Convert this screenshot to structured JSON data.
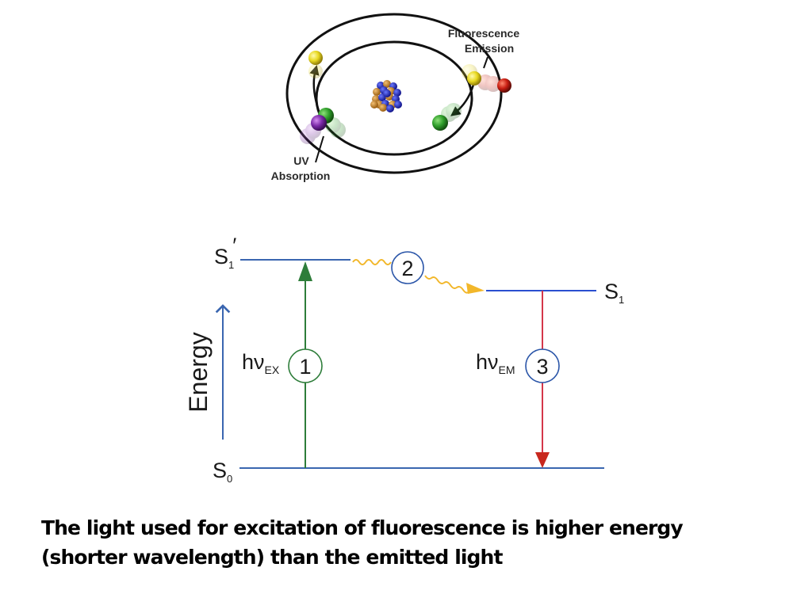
{
  "atom_diagram": {
    "labels": {
      "emission_line1": "Fluorescence",
      "emission_line2": "Emission",
      "absorption_line1": "UV",
      "absorption_line2": "Absorption"
    },
    "electrons": [
      {
        "name": "ground-electron",
        "color": "#2e9e2a"
      },
      {
        "name": "uv-photon",
        "color": "#7b2aa8"
      },
      {
        "name": "excited-electron",
        "color": "#e8d820"
      },
      {
        "name": "relaxed-electron",
        "color": "#e8d820"
      },
      {
        "name": "emitted-photon",
        "color": "#c81e12"
      },
      {
        "name": "returned-electron",
        "color": "#2e9e2a"
      }
    ],
    "nucleus_colors": [
      "#1a1fb5",
      "#c9801e"
    ]
  },
  "jablonski": {
    "levels": {
      "s1_prime": "S",
      "s1_prime_sub": "1",
      "s1_prime_mark": "′",
      "s1": "S",
      "s1_sub": "1",
      "s0": "S",
      "s0_sub": "0"
    },
    "energy_axis_label": "Energy",
    "steps": [
      {
        "number": "1",
        "label": "hν",
        "label_sub": "EX",
        "color": "#2e7d3a"
      },
      {
        "number": "2",
        "color": "#f2b72a"
      },
      {
        "number": "3",
        "label": "hν",
        "label_sub": "EM",
        "color": "#d4374a"
      }
    ],
    "colors": {
      "level_line": "#3a66b0",
      "axis_arrow": "#3a66b0",
      "excitation": "#2e7d3a",
      "relaxation": "#f2b72a",
      "emission": "#d4374a",
      "emission_head": "#c8281e",
      "circle_green": "#2e7d3a",
      "circle_blue": "#2a55a8"
    }
  },
  "caption": {
    "line1": "The light used for excitation of fluorescence is higher energy",
    "line2": "(shorter wavelength) than the emitted light"
  }
}
